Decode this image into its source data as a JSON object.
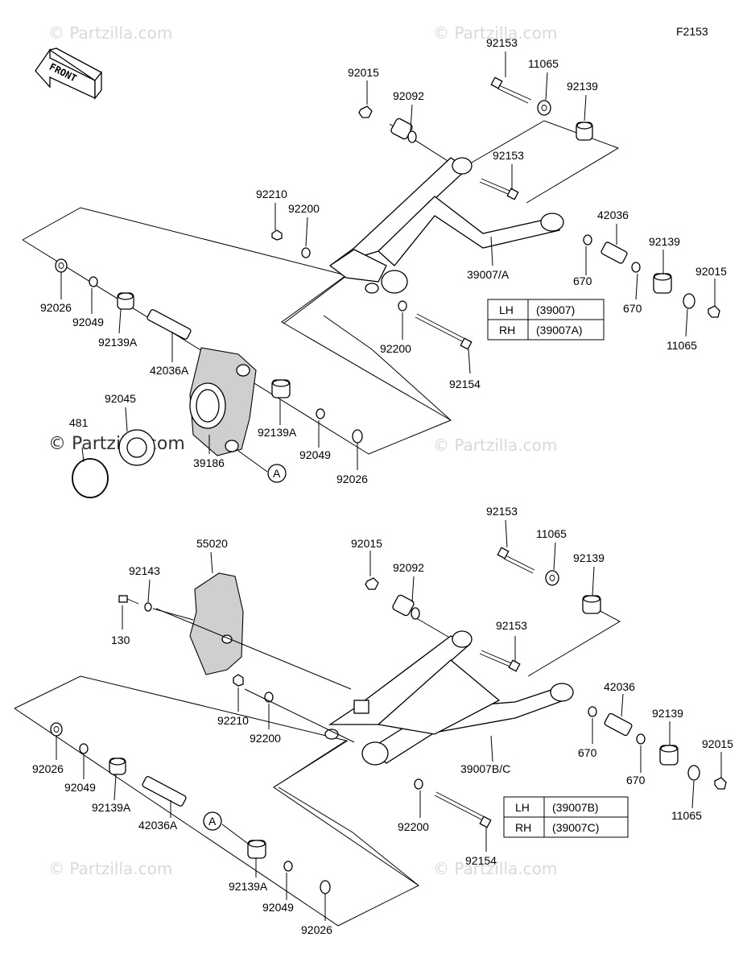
{
  "figure_code": "F2153",
  "front_label": "FRONT",
  "watermark": "© Partzilla.com",
  "callout": "A",
  "upper_table": {
    "rows": [
      {
        "side": "LH",
        "part": "(39007)"
      },
      {
        "side": "RH",
        "part": "(39007A)"
      }
    ]
  },
  "lower_table": {
    "rows": [
      {
        "side": "LH",
        "part": "(39007B)"
      },
      {
        "side": "RH",
        "part": "(39007C)"
      }
    ]
  },
  "upper_labels": {
    "p92153a": "92153",
    "p11065a": "11065",
    "p92015a": "92015",
    "p92092": "92092",
    "p92139a": "92139",
    "p92153b": "92153",
    "p92210": "92210",
    "p92200a": "92200",
    "p42036": "42036",
    "p92139b": "92139",
    "p92015b": "92015",
    "p39007": "39007/A",
    "p670a": "670",
    "p670b": "670",
    "p11065b": "11065",
    "p92026a": "92026",
    "p92049a": "92049",
    "p92139Aa": "92139A",
    "p42036A": "42036A",
    "p92200b": "92200",
    "p92154": "92154",
    "p92045": "92045",
    "p481": "481",
    "p39186": "39186",
    "p92139Ab": "92139A",
    "p92049b": "92049",
    "p92026b": "92026"
  },
  "lower_labels": {
    "p92153a": "92153",
    "p11065a": "11065",
    "p55020": "55020",
    "p92015a": "92015",
    "p92092": "92092",
    "p92139a": "92139",
    "p92143": "92143",
    "p130": "130",
    "p92153b": "92153",
    "p42036": "42036",
    "p92139b": "92139",
    "p92015b": "92015",
    "p92210": "92210",
    "p92200a": "92200",
    "p670a": "670",
    "p39007": "39007B/C",
    "p670b": "670",
    "p11065b": "11065",
    "p92026a": "92026",
    "p92049a": "92049",
    "p92139Aa": "92139A",
    "p42036A": "42036A",
    "p92200b": "92200",
    "p92154": "92154",
    "p92139Ab": "92139A",
    "p92049b": "92049",
    "p92026b": "92026"
  }
}
